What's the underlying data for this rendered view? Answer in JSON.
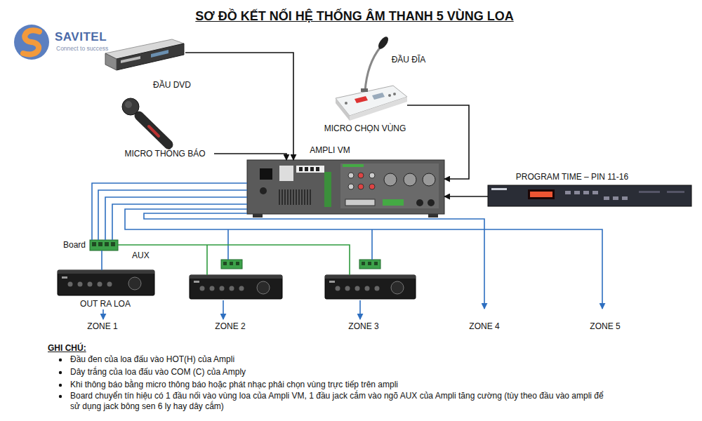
{
  "diagram": {
    "title": "SƠ ĐỒ KẾT NỐI HỆ THỐNG ÂM THANH 5 VÙNG LOA",
    "nodes": [
      {
        "text": [
          "ĐẦU DVD"
        ]
      },
      {
        "text": [
          "MICRO THÔNG BÁO"
        ]
      },
      {
        "text": [
          "MICRO CHỌN VÙNG"
        ]
      },
      {
        "text": [
          "AMPLI VM"
        ]
      },
      {
        "text": [
          "PROGRAM TIME – PIN 11-16"
        ]
      },
      {
        "text": [
          "Board"
        ]
      },
      {
        "text": [
          "OUT RA LOA"
        ]
      }
    ],
    "edges": [
      {
        "from": 0,
        "to": 3,
        "arrow": "to"
      },
      {
        "from": 1,
        "to": 3,
        "arrow": "to"
      },
      {
        "from": 2,
        "to": 3,
        "arrow": "to"
      },
      {
        "from": 4,
        "to": 3,
        "arrow": "to"
      },
      {
        "from": 3,
        "to": 5,
        "arrow": "none"
      },
      {
        "from": 5,
        "to": 6,
        "arrow": "none"
      }
    ],
    "labels": [
      "SAVITEL",
      "Connect to success",
      "ĐẦU ĐĨA",
      "AUX",
      "ZONE 1",
      "ZONE 2",
      "ZONE 3",
      "ZONE 4",
      "ZONE 5",
      "GHI CHÚ:",
      "Đầu đen của loa đấu vào HOT(H) của Ampli",
      "Dây trắng của loa đấu vào COM (C) của Amply",
      "Khi thông báo bằng micro thông báo hoặc phát nhạc phải chọn vùng trực tiếp trên ampli",
      "Board chuyển tín hiệu có 1 đầu nối vào vùng loa của Ampli VM, 1 đầu jack cắm vào ngõ AUX của Ampli tăng cường (tùy theo đầu vào ampli để sử dụng jack bông sen 6 ly hay dây cắm)"
    ]
  }
}
